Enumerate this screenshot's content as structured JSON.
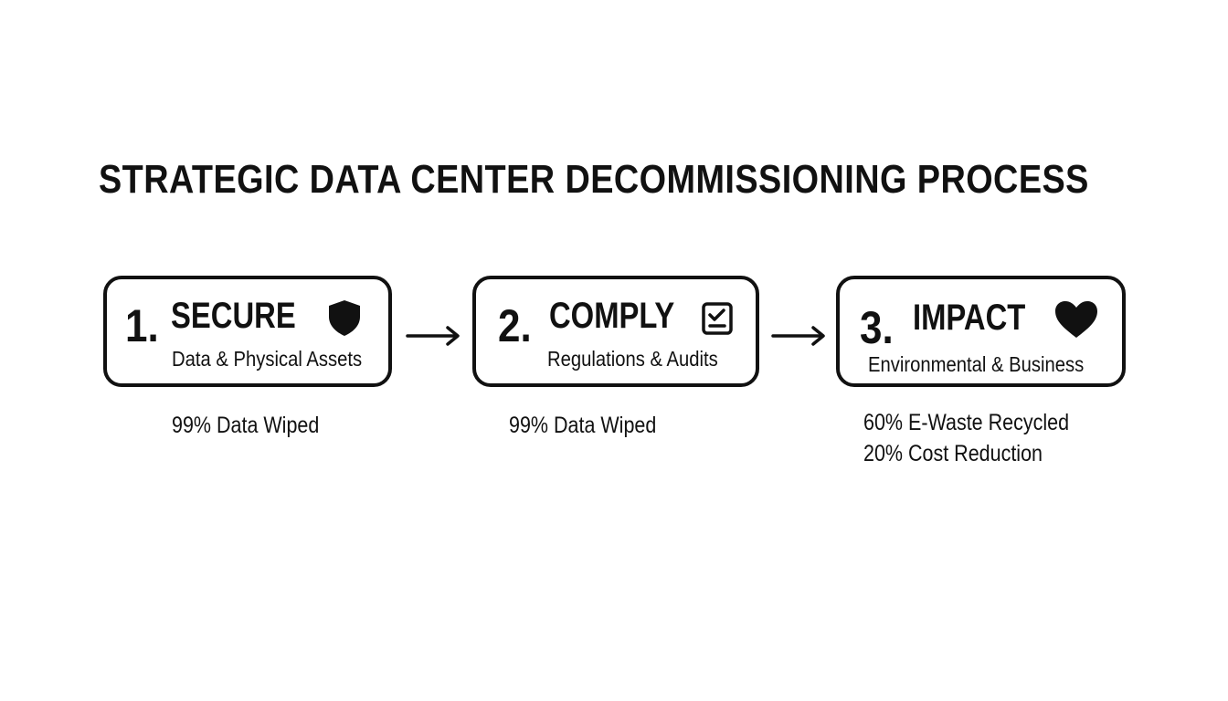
{
  "title": "STRATEGIC DATA CENTER DECOMMISSIONING PROCESS",
  "steps": [
    {
      "number": "1.",
      "name": "SECURE",
      "subtitle": "Data & Physical Assets",
      "icon": "shield-icon",
      "metrics": [
        "99% Data Wiped"
      ]
    },
    {
      "number": "2.",
      "name": "COMPLY",
      "subtitle": "Regulations & Audits",
      "icon": "checklist-icon",
      "metrics": [
        "99% Data Wiped"
      ]
    },
    {
      "number": "3.",
      "name": "IMPACT",
      "subtitle": "Environmental & Business",
      "icon": "heart-icon",
      "metrics": [
        "60% E-Waste Recycled",
        "20% Cost Reduction"
      ]
    }
  ],
  "connectors": [
    "arrow-right-icon",
    "arrow-right-icon"
  ],
  "colors": {
    "ink": "#111111",
    "background": "#ffffff"
  }
}
